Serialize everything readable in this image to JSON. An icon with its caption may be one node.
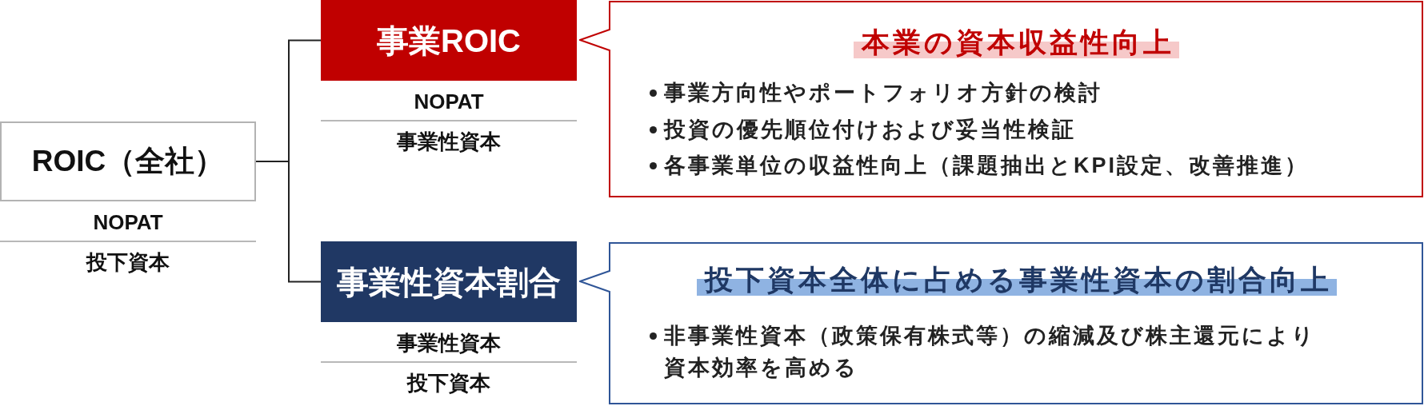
{
  "diagram": {
    "nodes": [
      {
        "text": [
          "ROIC（全社）"
        ],
        "beside": [
          "NOPAT",
          "投下資本"
        ]
      },
      {
        "text": [
          "事業ROIC"
        ],
        "beside": [
          "NOPAT",
          "事業性資本"
        ]
      },
      {
        "text": [
          "事業性資本割合"
        ],
        "beside": [
          "事業性資本",
          "投下資本"
        ]
      },
      {
        "text": [
          "本業の資本収益性向上",
          "事業方向性やポートフォリオ方針の検討",
          "投資の優先順位付けおよび妥当性検証",
          "各事業単位の収益性向上（課題抽出とKPI設定、改善推進）"
        ]
      },
      {
        "text": [
          "投下資本全体に占める事業性資本の割合向上",
          "非事業性資本（政策保有株式等）の縮減及び株主還元により資本効率を高める"
        ]
      }
    ],
    "edges": [
      {
        "from": 0,
        "to": 1,
        "arrow": "none"
      },
      {
        "from": 0,
        "to": 2,
        "arrow": "none"
      }
    ]
  }
}
